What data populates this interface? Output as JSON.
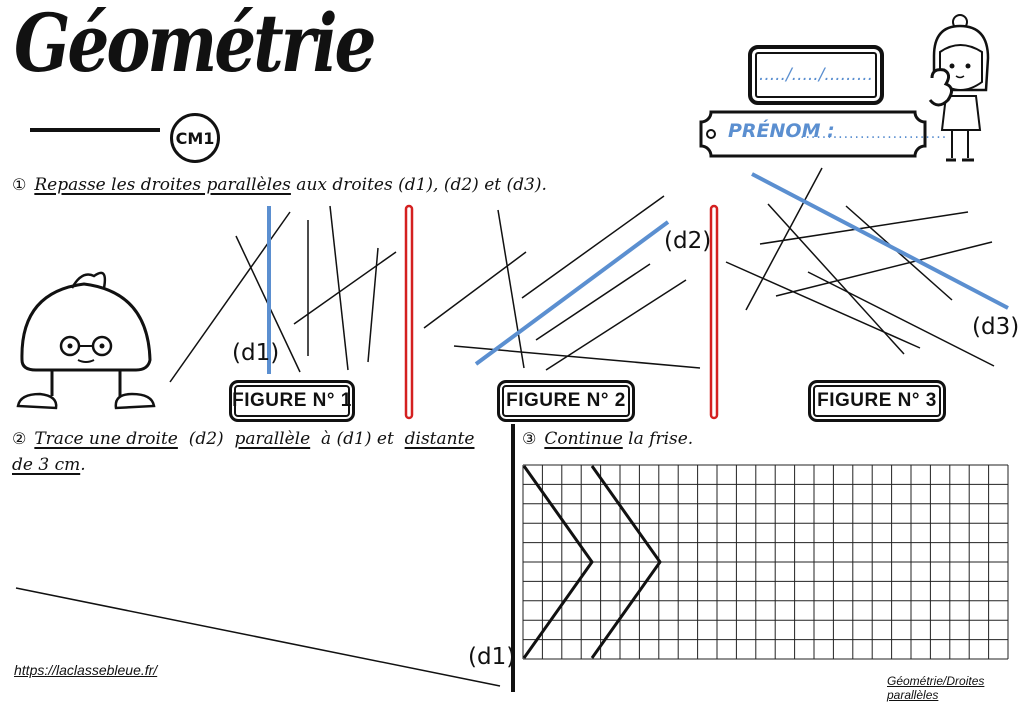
{
  "header": {
    "title": "Géométrie",
    "level": "CM1",
    "date_placeholder": "...../...../.........",
    "name_label": "PRÉNOM :",
    "name_dots": "..........................."
  },
  "exercise1": {
    "number": "①",
    "instruction_underlined": "Repasse les droites parallèles",
    "instruction_rest": " aux droites (d1), (d2) et (d3).",
    "figures": [
      {
        "label": "FIGURE N° 1",
        "line_label": "(d1)"
      },
      {
        "label": "FIGURE N° 2",
        "line_label": "(d2)"
      },
      {
        "label": "FIGURE N° 3",
        "line_label": "(d3)"
      }
    ]
  },
  "exercise2": {
    "number": "②",
    "w1": "Trace une droite",
    "w2": "(d2)",
    "w3": "parallèle",
    "w4": "à (d1) et",
    "w5": "distante",
    "w6": "de 3 cm",
    "line_label": "(d1)"
  },
  "exercise3": {
    "number": "③",
    "instruction_underlined": "Continue",
    "instruction_rest": " la frise."
  },
  "footer": {
    "url": "https://laclassebleue.fr/",
    "reference": "Géométrie/Droites parallèles"
  },
  "colors": {
    "accent_blue": "#5b8fd0",
    "separator_red": "#d42020",
    "ink": "#111111"
  },
  "icons": [
    "girl-holding-3-icon",
    "mascot-with-glasses-icon"
  ]
}
